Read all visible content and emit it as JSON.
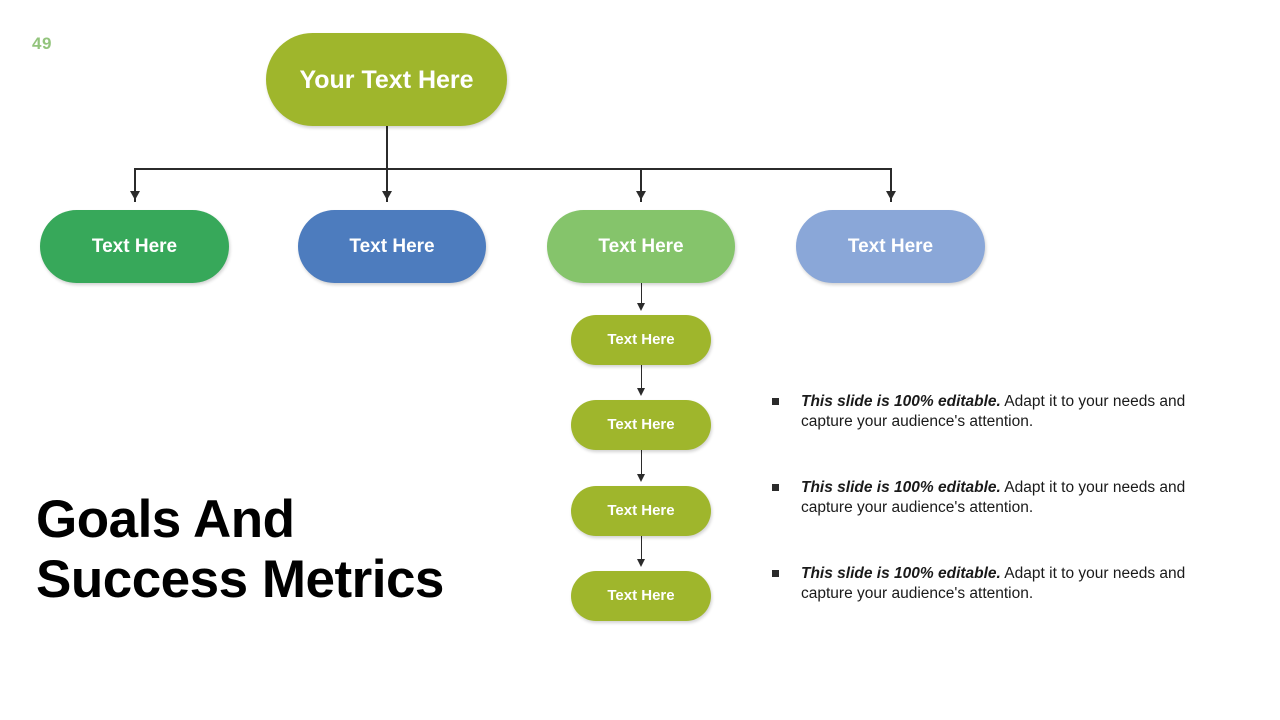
{
  "slide": {
    "page_number": "49",
    "title_lines": [
      "Goals And",
      "Success Metrics"
    ],
    "background": "#FFFFFF"
  },
  "diagram": {
    "root": {
      "label": "Your Text Here",
      "color": "#9FB62C",
      "text_color": "#FFFFFF"
    },
    "level2": [
      {
        "label": "Text Here",
        "color": "#37A85A",
        "text_color": "#FFFFFF"
      },
      {
        "label": "Text Here",
        "color": "#4D7CBE",
        "text_color": "#FFFFFF"
      },
      {
        "label": "Text Here",
        "color": "#85C46B",
        "text_color": "#FFFFFF"
      },
      {
        "label": "Text Here",
        "color": "#8AA7D8",
        "text_color": "#FFFFFF"
      }
    ],
    "level3": [
      {
        "label": "Text Here",
        "color": "#9FB62C",
        "text_color": "#FFFFFF"
      },
      {
        "label": "Text Here",
        "color": "#9FB62C",
        "text_color": "#FFFFFF"
      },
      {
        "label": "Text Here",
        "color": "#9FB62C",
        "text_color": "#FFFFFF"
      },
      {
        "label": "Text Here",
        "color": "#9FB62C",
        "text_color": "#FFFFFF"
      }
    ],
    "connector_color": "#2B2B2B"
  },
  "bullets": [
    {
      "marker": "square-bullet",
      "bold_text": "This slide is 100% editable.",
      "body_text": " Adapt it to your needs and capture your audience's attention."
    },
    {
      "marker": "square-bullet",
      "bold_text": "This slide is 100% editable.",
      "body_text": " Adapt it to your needs and capture your audience's attention."
    },
    {
      "marker": "square-bullet",
      "bold_text": "This slide is 100% editable.",
      "body_text": " Adapt it to your needs and capture your audience's attention."
    }
  ]
}
